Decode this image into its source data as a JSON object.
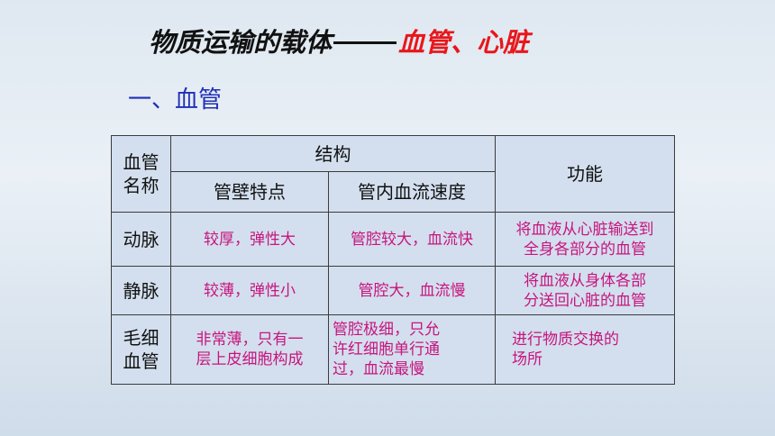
{
  "title": {
    "main": "物质运输的载体",
    "highlight": "血管、心脏"
  },
  "section_heading": "一、血管",
  "table": {
    "headers": {
      "vessel_line1": "血管",
      "vessel_line2": "名称",
      "structure": "结构",
      "wall": "管壁特点",
      "speed": "管内血流速度",
      "function": "功能"
    },
    "rows": [
      {
        "name_line1": "动脉",
        "name_line2": "",
        "wall": "较厚，弹性大",
        "speed_line1": "管腔较大，血流快",
        "speed_line2": "",
        "speed_line3": "",
        "function_line1": "将血液从心脏输送到",
        "function_line2": "全身各部分的血管"
      },
      {
        "name_line1": "静脉",
        "name_line2": "",
        "wall": "较薄，弹性小",
        "speed_line1": "管腔大，血流慢",
        "speed_line2": "",
        "speed_line3": "",
        "function_line1": "将血液从身体各部",
        "function_line2": "分送回心脏的血管"
      },
      {
        "name_line1": "毛细",
        "name_line2": "血管",
        "wall_line1": "非常薄，只有一",
        "wall_line2": "层上皮细胞构成",
        "speed_line1": "管腔极细，只允",
        "speed_line2": "许红细胞单行通",
        "speed_line3": "过，血流最慢",
        "function_line1": "进行物质交换的",
        "function_line2": "场所"
      }
    ]
  },
  "colors": {
    "title_text": "#111111",
    "title_highlight": "#e8171b",
    "heading": "#1f2fb6",
    "cell_text": "#c8147e",
    "table_background": "#d3dfee"
  }
}
